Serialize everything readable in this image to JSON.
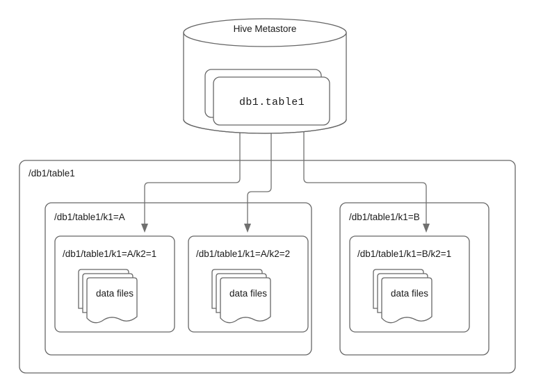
{
  "diagram": {
    "title_shape": {
      "name": "hive-metastore-cylinder",
      "label": "Hive Metastore"
    },
    "table_card": {
      "name": "db-table-card",
      "label": "db1.table1"
    },
    "root_container": {
      "name": "table-root-directory",
      "label": "/db1/table1"
    },
    "partition_groups": [
      {
        "label": "/db1/table1/k1=A",
        "partitions": [
          {
            "label": "/db1/table1/k1=A/k2=1",
            "files_label": "data files"
          },
          {
            "label": "/db1/table1/k1=A/k2=2",
            "files_label": "data files"
          }
        ]
      },
      {
        "label": "/db1/table1/k1=B",
        "partitions": [
          {
            "label": "/db1/table1/k1=B/k2=1",
            "files_label": "data files"
          }
        ]
      }
    ],
    "connectors": [
      {
        "name": "arrow-to-k1A-k2-1",
        "from": "db1.table1",
        "to": "/db1/table1/k1=A/k2=1"
      },
      {
        "name": "arrow-to-k1A-k2-2",
        "from": "db1.table1",
        "to": "/db1/table1/k1=A/k2=2"
      },
      {
        "name": "arrow-to-k1B-k2-1",
        "from": "db1.table1",
        "to": "/db1/table1/k1=B/k2=1"
      }
    ],
    "colors": {
      "stroke": "#666666",
      "connector": "#70706f",
      "text": "#1a1a1a",
      "background": "#ffffff"
    }
  }
}
